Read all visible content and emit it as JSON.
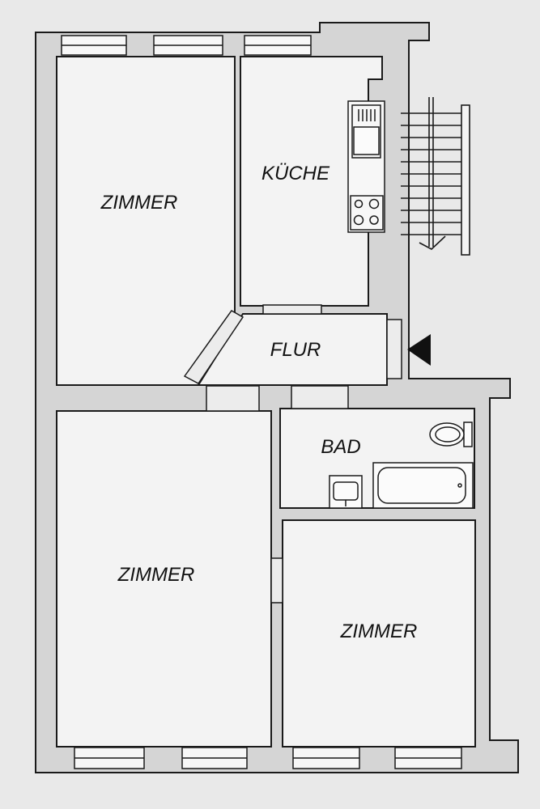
{
  "plan": {
    "rooms": [
      {
        "id": "zimmer-1",
        "label": "ZIMMER"
      },
      {
        "id": "kueche",
        "label": "KÜCHE"
      },
      {
        "id": "flur",
        "label": "FLUR"
      },
      {
        "id": "bad",
        "label": "BAD"
      },
      {
        "id": "zimmer-2",
        "label": "ZIMMER"
      },
      {
        "id": "zimmer-3",
        "label": "ZIMMER"
      }
    ],
    "colors": {
      "paper": "#e9e9e9",
      "wall": "#d5d5d5",
      "room": "#f3f3f3",
      "line": "#1a1a1a",
      "arrow": "#111111"
    }
  }
}
